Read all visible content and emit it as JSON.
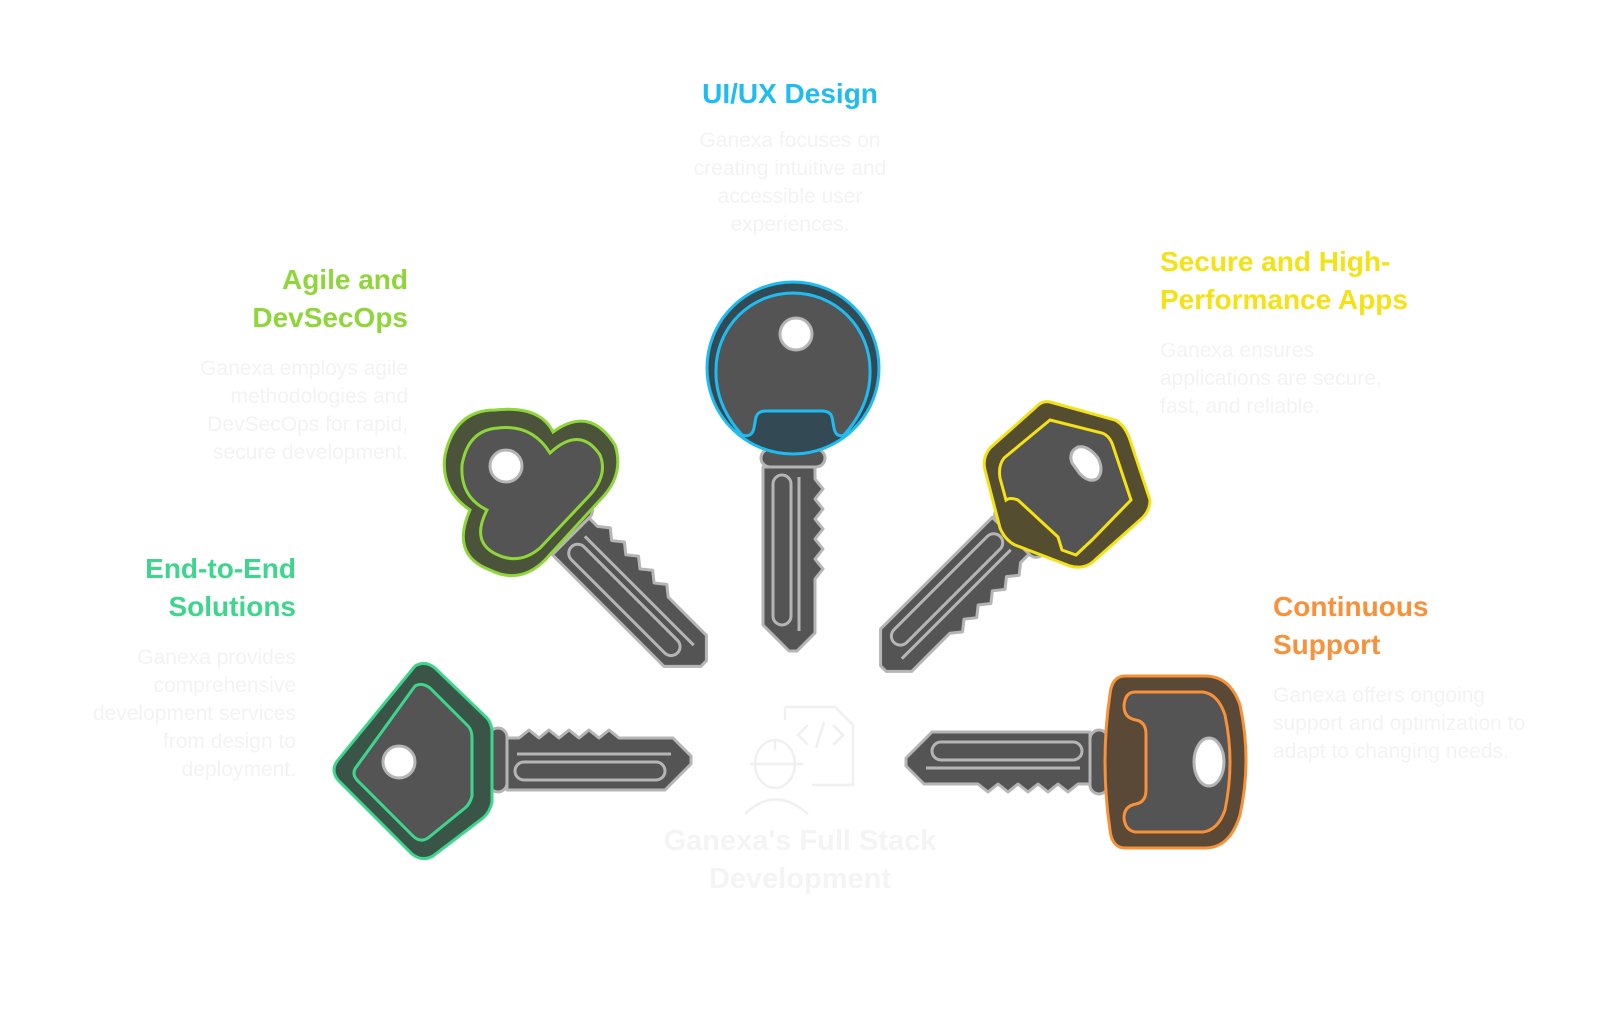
{
  "center": {
    "title": "Ganexa's Full Stack Development",
    "icon": "developer-code-icon"
  },
  "items": [
    {
      "id": "uiux",
      "title": "UI/UX Design",
      "description": "Ganexa focuses on creating intuitive and accessible user experiences.",
      "color": "#1ebcf0",
      "dark": "#334a55",
      "key_shape": "round-head-key"
    },
    {
      "id": "agile",
      "title": "Agile and DevSecOps",
      "description": "Ganexa employs agile methodologies and DevSecOps for rapid, secure development.",
      "color": "#8fd63a",
      "dark": "#4b533a",
      "key_shape": "clover-head-key"
    },
    {
      "id": "secure",
      "title": "Secure and High-Performance Apps",
      "description": "Ganexa ensures applications are secure, fast, and reliable.",
      "color": "#f5e215",
      "dark": "#554d30",
      "key_shape": "hexagon-head-key"
    },
    {
      "id": "e2e",
      "title": "End-to-End Solutions",
      "description": "Ganexa provides comprehensive development services from design to deployment.",
      "color": "#3dd68c",
      "dark": "#3a5547",
      "key_shape": "diamond-head-key"
    },
    {
      "id": "support",
      "title": "Continuous Support",
      "description": "Ganexa offers ongoing support and optimization to adapt to changing needs.",
      "color": "#f7913a",
      "dark": "#5a4936",
      "key_shape": "rounded-square-head-key"
    }
  ]
}
